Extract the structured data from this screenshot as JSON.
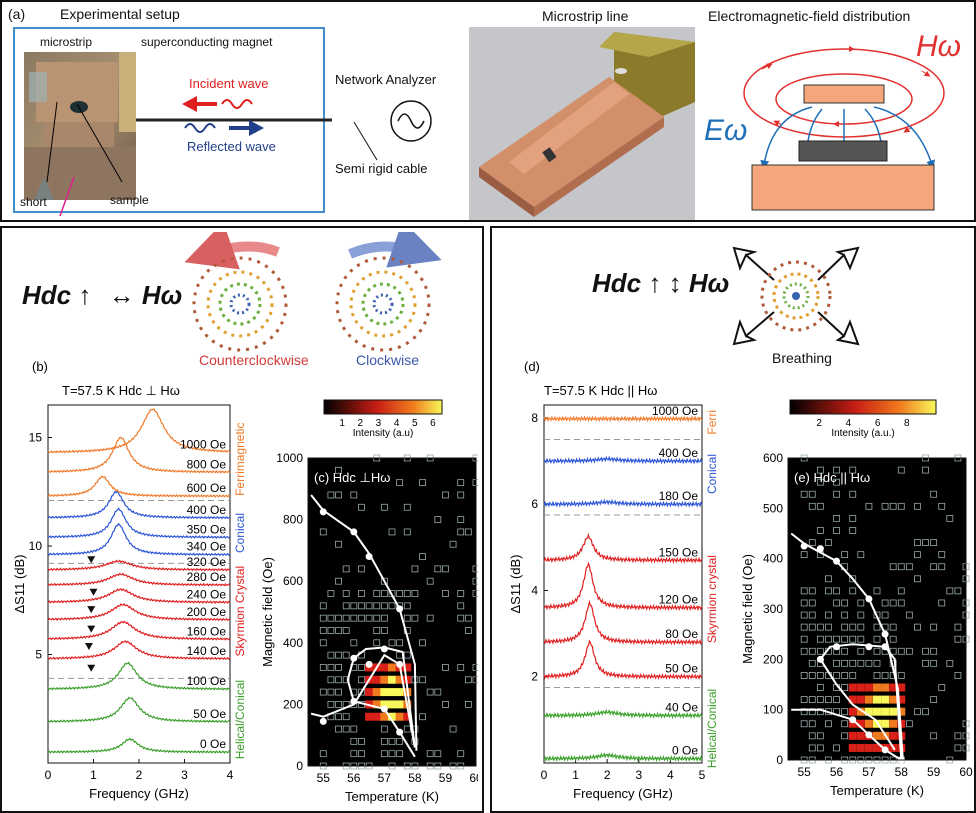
{
  "panel_a": {
    "label": "(a)",
    "setup_title": "Experimental setup",
    "microstrip": "microstrip",
    "magnet": "superconducting magnet",
    "incident": "Incident wave",
    "reflected": "Reflected wave",
    "network": "Network Analyzer",
    "cable": "Semi rigid cable",
    "short": "short",
    "sample": "sample",
    "microstrip_line": "Microstrip line",
    "em_title": "Electromagnetic-field distribution",
    "H_omega": "Hω",
    "E_omega": "Eω"
  },
  "panel_left": {
    "hdc": "Hdc",
    "homega": "Hω",
    "ccw": "Counterclockwise",
    "cw": "Clockwise"
  },
  "panel_right": {
    "hdc": "Hdc",
    "homega": "Hω",
    "breathing": "Breathing"
  },
  "colors": {
    "ferri": "#f07a2a",
    "conical": "#2a55d8",
    "skyrmion": "#e02020",
    "helical": "#3aa02a",
    "ccw_label": "#d23a3a",
    "cw_label": "#3a55a8",
    "E_blue": "#1f6fb8",
    "H_red": "#e23030"
  },
  "chart_data": [
    {
      "id": "b",
      "type": "line",
      "label": "(b)",
      "condition": "T=57.5 K   Hdc ⊥ Hω",
      "xlabel": "Frequency (GHz)",
      "ylabel": "ΔS11 (dB)",
      "xlim": [
        0,
        4
      ],
      "ylim": [
        0,
        16.5
      ],
      "xticks": [
        "0",
        "1",
        "2",
        "3",
        "4"
      ],
      "yticks": [
        "5",
        "10",
        "15"
      ],
      "phase_labels": [
        "Ferrimagnetic",
        "Conical",
        "Skyrmion Crystal",
        "Helical/Conical"
      ],
      "series": [
        {
          "name": "0 Oe",
          "phase": "helical",
          "offset": 0.5,
          "peak_x": 1.8,
          "peak_h": 0.6,
          "width": 0.22
        },
        {
          "name": "50 Oe",
          "phase": "helical",
          "offset": 1.9,
          "peak_x": 1.8,
          "peak_h": 1.1,
          "width": 0.25
        },
        {
          "name": "100 Oe",
          "phase": "helical",
          "offset": 3.4,
          "peak_x": 1.75,
          "peak_h": 1.2,
          "width": 0.25
        },
        {
          "name": "140 Oe",
          "phase": "skyrmion",
          "offset": 4.8,
          "peak_x": 1.7,
          "peak_h": 0.8,
          "width": 0.3
        },
        {
          "name": "160 Oe",
          "phase": "skyrmion",
          "offset": 5.7,
          "peak_x": 1.65,
          "peak_h": 0.8,
          "width": 0.32
        },
        {
          "name": "200 Oe",
          "phase": "skyrmion",
          "offset": 6.6,
          "peak_x": 1.65,
          "peak_h": 0.7,
          "width": 0.32
        },
        {
          "name": "240 Oe",
          "phase": "skyrmion",
          "offset": 7.4,
          "peak_x": 1.6,
          "peak_h": 0.6,
          "width": 0.33
        },
        {
          "name": "280 Oe",
          "phase": "skyrmion",
          "offset": 8.2,
          "peak_x": 1.6,
          "peak_h": 0.5,
          "width": 0.33
        },
        {
          "name": "320 Oe",
          "phase": "skyrmion",
          "offset": 8.9,
          "peak_x": 1.55,
          "peak_h": 0.4,
          "width": 0.35
        },
        {
          "name": "340 Oe",
          "phase": "conical",
          "offset": 9.6,
          "peak_x": 1.55,
          "peak_h": 1.4,
          "width": 0.2
        },
        {
          "name": "350 Oe",
          "phase": "conical",
          "offset": 10.4,
          "peak_x": 1.55,
          "peak_h": 1.3,
          "width": 0.2
        },
        {
          "name": "400 Oe",
          "phase": "conical",
          "offset": 11.3,
          "peak_x": 1.5,
          "peak_h": 1.2,
          "width": 0.2
        },
        {
          "name": "600 Oe",
          "phase": "ferri",
          "offset": 12.3,
          "peak_x": 1.2,
          "peak_h": 0.9,
          "width": 0.2
        },
        {
          "name": "800 Oe",
          "phase": "ferri",
          "offset": 13.4,
          "peak_x": 1.6,
          "peak_h": 1.6,
          "width": 0.22
        },
        {
          "name": "1000 Oe",
          "phase": "ferri",
          "offset": 14.3,
          "peak_x": 2.3,
          "peak_h": 2.0,
          "width": 0.3
        }
      ],
      "dividers": [
        3.9,
        9.2,
        12.1
      ],
      "markers": [
        {
          "x": 0.95,
          "y": 9.3
        },
        {
          "x": 1.0,
          "y": 7.8
        },
        {
          "x": 0.95,
          "y": 7.0
        },
        {
          "x": 0.95,
          "y": 6.1
        },
        {
          "x": 0.9,
          "y": 5.3
        },
        {
          "x": 0.95,
          "y": 4.3
        }
      ]
    },
    {
      "id": "c",
      "type": "heatmap",
      "label": "(c) Hdc ⊥Hω",
      "xlabel": "Temperature (K)",
      "ylabel": "Magnetic field (Oe)",
      "xlim": [
        54.5,
        60
      ],
      "ylim": [
        0,
        1000
      ],
      "xticks": [
        "55",
        "56",
        "57",
        "58",
        "59",
        "60"
      ],
      "yticks": [
        "0",
        "200",
        "400",
        "600",
        "800",
        "1000"
      ],
      "colorbar": {
        "label": "Intensity (a.u)",
        "ticks": [
          "1",
          "2",
          "3",
          "4",
          "5",
          "6"
        ],
        "range": [
          0,
          6.5
        ]
      },
      "phase_points": [
        {
          "x": 55,
          "y": 825
        },
        {
          "x": 56,
          "y": 760
        },
        {
          "x": 56.5,
          "y": 680
        },
        {
          "x": 57.5,
          "y": 510
        },
        {
          "x": 55,
          "y": 145
        },
        {
          "x": 56,
          "y": 210
        },
        {
          "x": 56.5,
          "y": 330
        },
        {
          "x": 57,
          "y": 380
        },
        {
          "x": 57.5,
          "y": 330
        },
        {
          "x": 56,
          "y": 350
        },
        {
          "x": 57,
          "y": 185
        },
        {
          "x": 57.5,
          "y": 110
        }
      ]
    },
    {
      "id": "d",
      "type": "line",
      "label": "(d)",
      "condition": "T=57.5 K   Hdc || Hω",
      "xlabel": "Frequency (GHz)",
      "ylabel": "ΔS11 (dB)",
      "xlim": [
        0,
        5
      ],
      "ylim": [
        0,
        8.3
      ],
      "xticks": [
        "0",
        "1",
        "2",
        "3",
        "4",
        "5"
      ],
      "yticks": [
        "2",
        "4",
        "6",
        "8"
      ],
      "phase_labels": [
        "Ferri",
        "Conical",
        "Skyrmion crystal",
        "Helical/Conical"
      ],
      "series": [
        {
          "name": "0 Oe",
          "phase": "helical",
          "offset": 0.1,
          "peak_x": 2.0,
          "peak_h": 0.08,
          "width": 0.4
        },
        {
          "name": "40 Oe",
          "phase": "helical",
          "offset": 1.1,
          "peak_x": 2.0,
          "peak_h": 0.08,
          "width": 0.4
        },
        {
          "name": "50 Oe",
          "phase": "skyrmion",
          "offset": 2.0,
          "peak_x": 1.45,
          "peak_h": 0.8,
          "width": 0.18
        },
        {
          "name": "80 Oe",
          "phase": "skyrmion",
          "offset": 2.8,
          "peak_x": 1.45,
          "peak_h": 0.9,
          "width": 0.18
        },
        {
          "name": "120 Oe",
          "phase": "skyrmion",
          "offset": 3.6,
          "peak_x": 1.4,
          "peak_h": 1.0,
          "width": 0.18
        },
        {
          "name": "150 Oe",
          "phase": "skyrmion",
          "offset": 4.7,
          "peak_x": 1.4,
          "peak_h": 0.55,
          "width": 0.2
        },
        {
          "name": "180 Oe",
          "phase": "conical",
          "offset": 6.0,
          "peak_x": 2.0,
          "peak_h": 0.05,
          "width": 0.4
        },
        {
          "name": "400 Oe",
          "phase": "conical",
          "offset": 7.0,
          "peak_x": 2.0,
          "peak_h": 0.05,
          "width": 0.4
        },
        {
          "name": "1000 Oe",
          "phase": "ferri",
          "offset": 7.98,
          "peak_x": 2.0,
          "peak_h": 0.0,
          "width": 0.4
        }
      ],
      "dividers": [
        1.75,
        5.75,
        7.5
      ],
      "markers": []
    },
    {
      "id": "e",
      "type": "heatmap",
      "label": "(e) Hdc || Hω",
      "xlabel": "Temperature (K)",
      "ylabel": "Magnetic field (Oe)",
      "xlim": [
        54.5,
        60
      ],
      "ylim": [
        0,
        600
      ],
      "xticks": [
        "55",
        "56",
        "57",
        "58",
        "59",
        "60"
      ],
      "yticks": [
        "0",
        "100",
        "200",
        "300",
        "400",
        "500",
        "600"
      ],
      "colorbar": {
        "label": "Intensity (a.u.)",
        "ticks": [
          "2",
          "4",
          "6",
          "8"
        ],
        "range": [
          0,
          10
        ]
      },
      "phase_points": [
        {
          "x": 55,
          "y": 425
        },
        {
          "x": 55.5,
          "y": 420
        },
        {
          "x": 56,
          "y": 395
        },
        {
          "x": 57,
          "y": 320
        },
        {
          "x": 57.5,
          "y": 250
        },
        {
          "x": 55.5,
          "y": 200
        },
        {
          "x": 56,
          "y": 225
        },
        {
          "x": 57,
          "y": 225
        },
        {
          "x": 57.5,
          "y": 225
        },
        {
          "x": 56.5,
          "y": 80
        },
        {
          "x": 57,
          "y": 50
        },
        {
          "x": 57.5,
          "y": 20
        },
        {
          "x": 58,
          "y": 0
        }
      ]
    }
  ]
}
